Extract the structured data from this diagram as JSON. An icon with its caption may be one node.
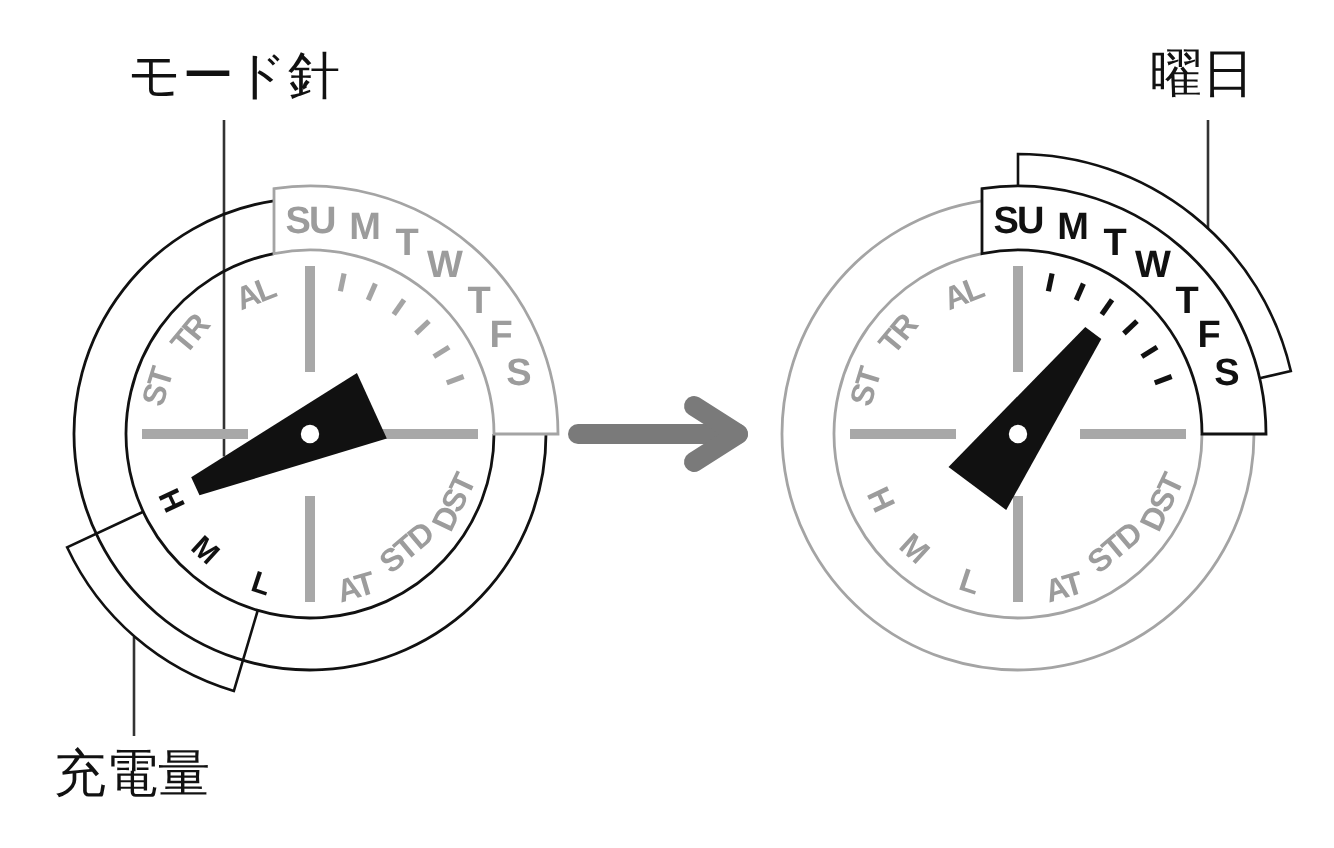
{
  "diagram": {
    "nodes": [
      {
        "text": [
          "モード針"
        ]
      },
      {
        "text": [
          "曜日"
        ]
      },
      {
        "text": [
          "ST",
          "TR",
          "AL",
          "AT",
          "STD",
          "DST"
        ]
      },
      {
        "text": [],
        "shape": "pointer",
        "in": 2
      },
      {
        "text": [
          "SU",
          "M",
          "T",
          "W",
          "T",
          "F",
          "S"
        ],
        "in": 2
      },
      {
        "text": [
          "H",
          "M",
          "L"
        ]
      },
      {
        "text": [
          "ST",
          "TR",
          "AL",
          "H",
          "M",
          "L",
          "AT",
          "STD",
          "DST"
        ]
      },
      {
        "text": [
          "SU",
          "M",
          "T",
          "W",
          "T",
          "F",
          "S"
        ]
      },
      {
        "text": [
          "充電量"
        ]
      }
    ],
    "edges": [
      {
        "from": 0,
        "to": 3,
        "arrow": "none"
      },
      {
        "from": 1,
        "to": 7,
        "arrow": "none"
      },
      {
        "from": 8,
        "to": 5,
        "arrow": "none"
      },
      {
        "from": 2,
        "to": 6,
        "arrow": "to",
        "style": "thick",
        "color": "#7a7a7a"
      }
    ]
  }
}
